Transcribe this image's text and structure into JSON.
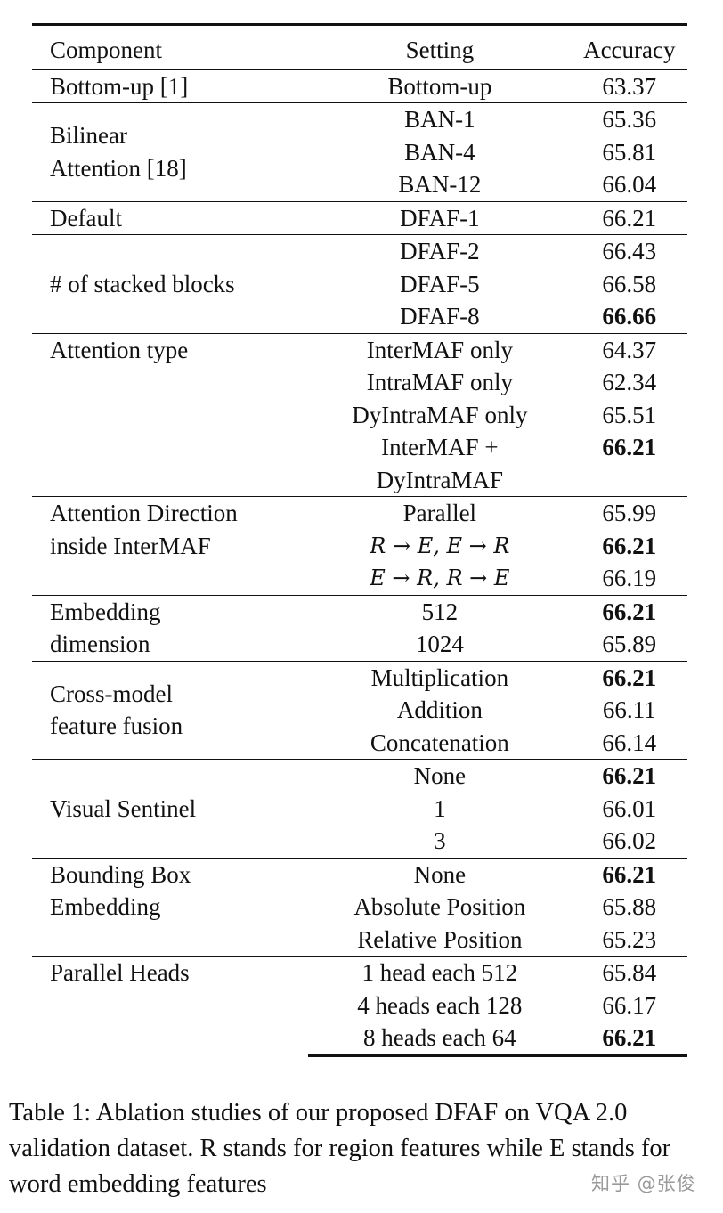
{
  "table": {
    "headers": [
      "Component",
      "Setting",
      "Accuracy"
    ],
    "groups": [
      {
        "component": "Bottom-up [1]",
        "rows": [
          {
            "setting": "Bottom-up",
            "accuracy": "63.37",
            "bold": false
          }
        ]
      },
      {
        "component": "Bilinear\nAttention [18]",
        "rows": [
          {
            "setting": "BAN-1",
            "accuracy": "65.36",
            "bold": false
          },
          {
            "setting": "BAN-4",
            "accuracy": "65.81",
            "bold": false
          },
          {
            "setting": "BAN-12",
            "accuracy": "66.04",
            "bold": false
          }
        ]
      },
      {
        "component": "Default",
        "rows": [
          {
            "setting": "DFAF-1",
            "accuracy": "66.21",
            "bold": false
          }
        ]
      },
      {
        "component": "# of stacked blocks",
        "rows": [
          {
            "setting": "DFAF-2",
            "accuracy": "66.43",
            "bold": false
          },
          {
            "setting": "DFAF-5",
            "accuracy": "66.58",
            "bold": false
          },
          {
            "setting": "DFAF-8",
            "accuracy": "66.66",
            "bold": true
          }
        ]
      },
      {
        "component": "Attention type",
        "component_align": "top",
        "rows": [
          {
            "setting": "InterMAF only",
            "accuracy": "64.37",
            "bold": false
          },
          {
            "setting": "IntraMAF only",
            "accuracy": "62.34",
            "bold": false
          },
          {
            "setting": "DyIntraMAF only",
            "accuracy": "65.51",
            "bold": false
          },
          {
            "setting": "InterMAF +\nDyIntraMAF",
            "accuracy": "66.21",
            "bold": true
          }
        ]
      },
      {
        "component": "Attention Direction\ninside InterMAF",
        "component_align": "top",
        "rows": [
          {
            "setting": "Parallel",
            "accuracy": "65.99",
            "bold": false
          },
          {
            "setting": "R → E, E → R",
            "accuracy": "66.21",
            "bold": true,
            "math": true
          },
          {
            "setting": "E → R, R → E",
            "accuracy": "66.19",
            "bold": false,
            "math": true
          }
        ]
      },
      {
        "component": "Embedding\ndimension",
        "rows": [
          {
            "setting": "512",
            "accuracy": "66.21",
            "bold": true
          },
          {
            "setting": "1024",
            "accuracy": "65.89",
            "bold": false
          }
        ]
      },
      {
        "component": "Cross-model\nfeature fusion",
        "rows": [
          {
            "setting": "Multiplication",
            "accuracy": "66.21",
            "bold": true
          },
          {
            "setting": "Addition",
            "accuracy": "66.11",
            "bold": false
          },
          {
            "setting": "Concatenation",
            "accuracy": "66.14",
            "bold": false
          }
        ]
      },
      {
        "component": "Visual Sentinel",
        "rows": [
          {
            "setting": "None",
            "accuracy": "66.21",
            "bold": true
          },
          {
            "setting": "1",
            "accuracy": "66.01",
            "bold": false
          },
          {
            "setting": "3",
            "accuracy": "66.02",
            "bold": false
          }
        ]
      },
      {
        "component": "Bounding Box\nEmbedding",
        "component_align": "top",
        "rows": [
          {
            "setting": "None",
            "accuracy": "66.21",
            "bold": true
          },
          {
            "setting": "Absolute Position",
            "accuracy": "65.88",
            "bold": false
          },
          {
            "setting": "Relative Position",
            "accuracy": "65.23",
            "bold": false
          }
        ]
      },
      {
        "component": "Parallel Heads",
        "component_align": "top",
        "rows": [
          {
            "setting": "1 head each 512",
            "accuracy": "65.84",
            "bold": false
          },
          {
            "setting": "4 heads each 128",
            "accuracy": "66.17",
            "bold": false
          },
          {
            "setting": "8 heads each 64",
            "accuracy": "66.21",
            "bold": true
          }
        ]
      }
    ]
  },
  "caption": "Table 1: Ablation studies of our proposed DFAF on VQA 2.0 validation dataset. R stands for region features while E stands for word embedding features",
  "watermark": "知乎 @张俊"
}
